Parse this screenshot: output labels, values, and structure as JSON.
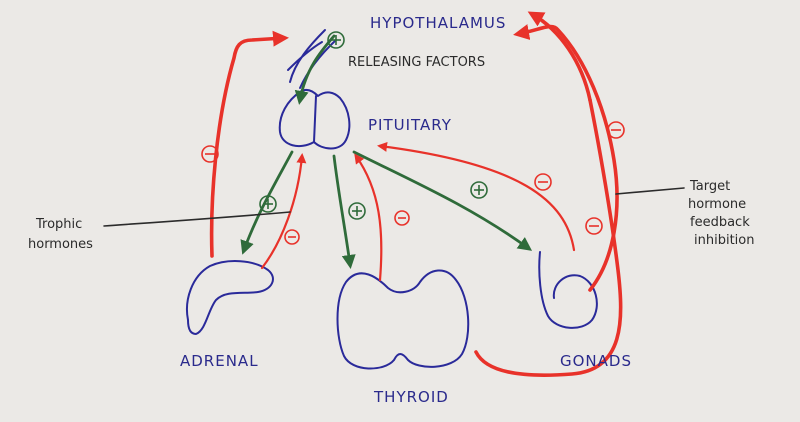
{
  "labels": {
    "hypothalamus": "HYPOTHALAMUS",
    "releasing_factors": "RELEASING FACTORS",
    "pituitary": "PITUITARY",
    "adrenal": "ADRENAL",
    "thyroid": "THYROID",
    "gonads": "GONADS",
    "trophic_hormones_line1": "Trophic",
    "trophic_hormones_line2": "hormones",
    "feedback_line1": "Target",
    "feedback_line2": "hormone",
    "feedback_line3": "feedback",
    "feedback_line4": "inhibition"
  },
  "colors": {
    "background": "#ebe9e6",
    "organ_blue": "#2a2a9a",
    "stimulation_green": "#2f6b3a",
    "inhibition_red": "#e8322a",
    "annotation": "#2b2b2b"
  }
}
